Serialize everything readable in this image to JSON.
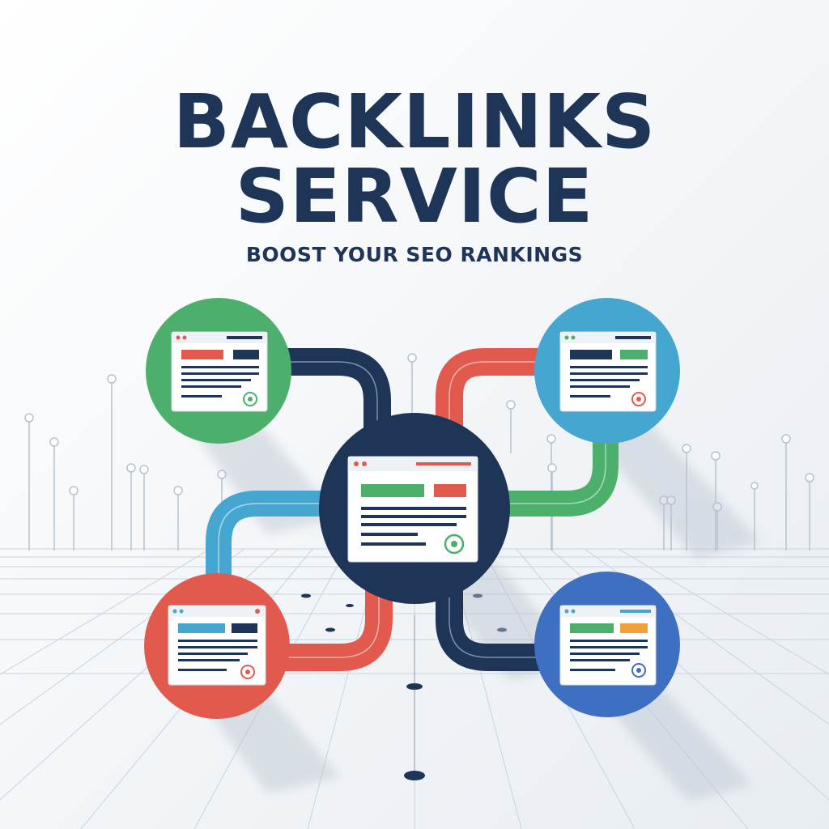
{
  "header": {
    "title_line1": "BACKLINKS",
    "title_line2": "SERVICE",
    "subtitle": "BOOST YOUR SEO RANKINGS"
  },
  "colors": {
    "navy": "#1e3558",
    "green": "#4caf6c",
    "teal": "#45a6cf",
    "red": "#e25a4e",
    "blue": "#3e6fc1",
    "page_background": "#f3f6f9"
  },
  "nodes": [
    {
      "id": "hub",
      "color": "navy",
      "icon": "webpage-icon"
    },
    {
      "id": "top-left",
      "color": "green",
      "icon": "webpage-icon"
    },
    {
      "id": "top-right",
      "color": "teal",
      "icon": "webpage-icon"
    },
    {
      "id": "bottom-left",
      "color": "red",
      "icon": "webpage-icon"
    },
    {
      "id": "bottom-right",
      "color": "blue",
      "icon": "webpage-icon"
    }
  ]
}
